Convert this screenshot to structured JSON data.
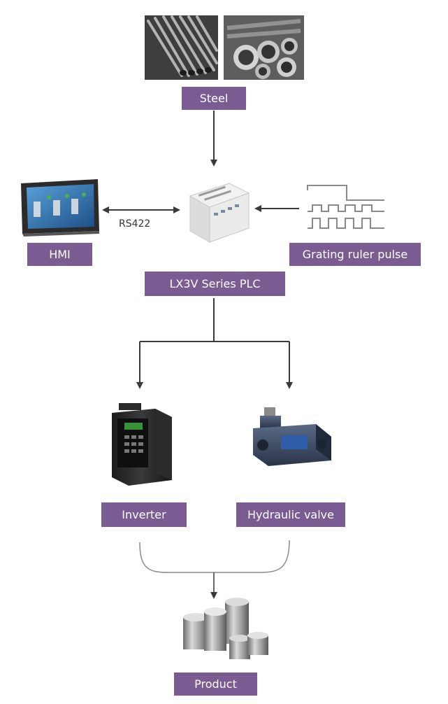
{
  "nodes": {
    "steel": "Steel",
    "hmi": "HMI",
    "grating": "Grating ruler pulse",
    "plc": "LX3V Series PLC",
    "inverter": "Inverter",
    "hydraulic": "Hydraulic valve",
    "product": "Product"
  },
  "connections": {
    "hmi_plc": "RS422"
  },
  "colors": {
    "label_bg": "#7b5c92",
    "label_text": "#ffffff",
    "arrow": "#3a3a3a"
  }
}
